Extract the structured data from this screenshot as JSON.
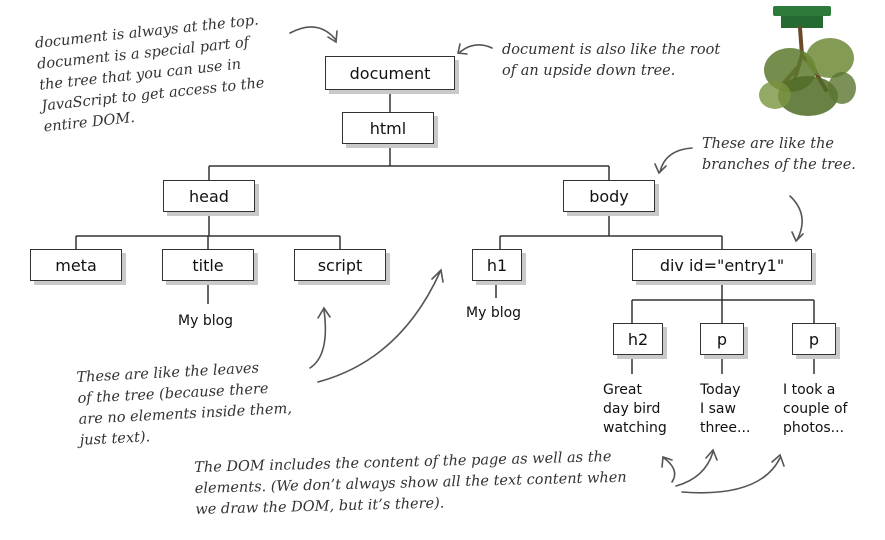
{
  "nodes": {
    "document": "document",
    "html": "html",
    "head": "head",
    "body": "body",
    "meta": "meta",
    "title": "title",
    "script": "script",
    "h1": "h1",
    "div": "div id=\"entry1\"",
    "h2": "h2",
    "p1": "p",
    "p2": "p"
  },
  "text_nodes": {
    "title_text": "My blog",
    "h1_text": "My blog",
    "h2_text": [
      "Great",
      "day bird",
      "watching"
    ],
    "p1_text": [
      "Today",
      "I saw",
      "three..."
    ],
    "p2_text": [
      "I took a",
      "couple of",
      "photos..."
    ]
  },
  "annotations": {
    "top_left": [
      "document is always at the top.",
      "document is a special part of",
      "the tree that you can use in",
      "JavaScript to get access to the",
      "entire DOM."
    ],
    "top_right": [
      "document is also like the root",
      "of an upside down tree."
    ],
    "branches": [
      "These are like the",
      "branches of the tree."
    ],
    "leaves": [
      "These are like the leaves",
      "of the tree (because there",
      "are no elements inside them,",
      "just text)."
    ],
    "bottom": [
      "The DOM includes the content of the page as well as the",
      "elements. (We don’t always show all the text content when",
      "we draw the DOM, but it’s there)."
    ]
  },
  "colors": {
    "tree_trunk": "#6b4a2a",
    "tree_leaves": "#5e7a2e",
    "tree_pot": "#2e7a3a"
  }
}
